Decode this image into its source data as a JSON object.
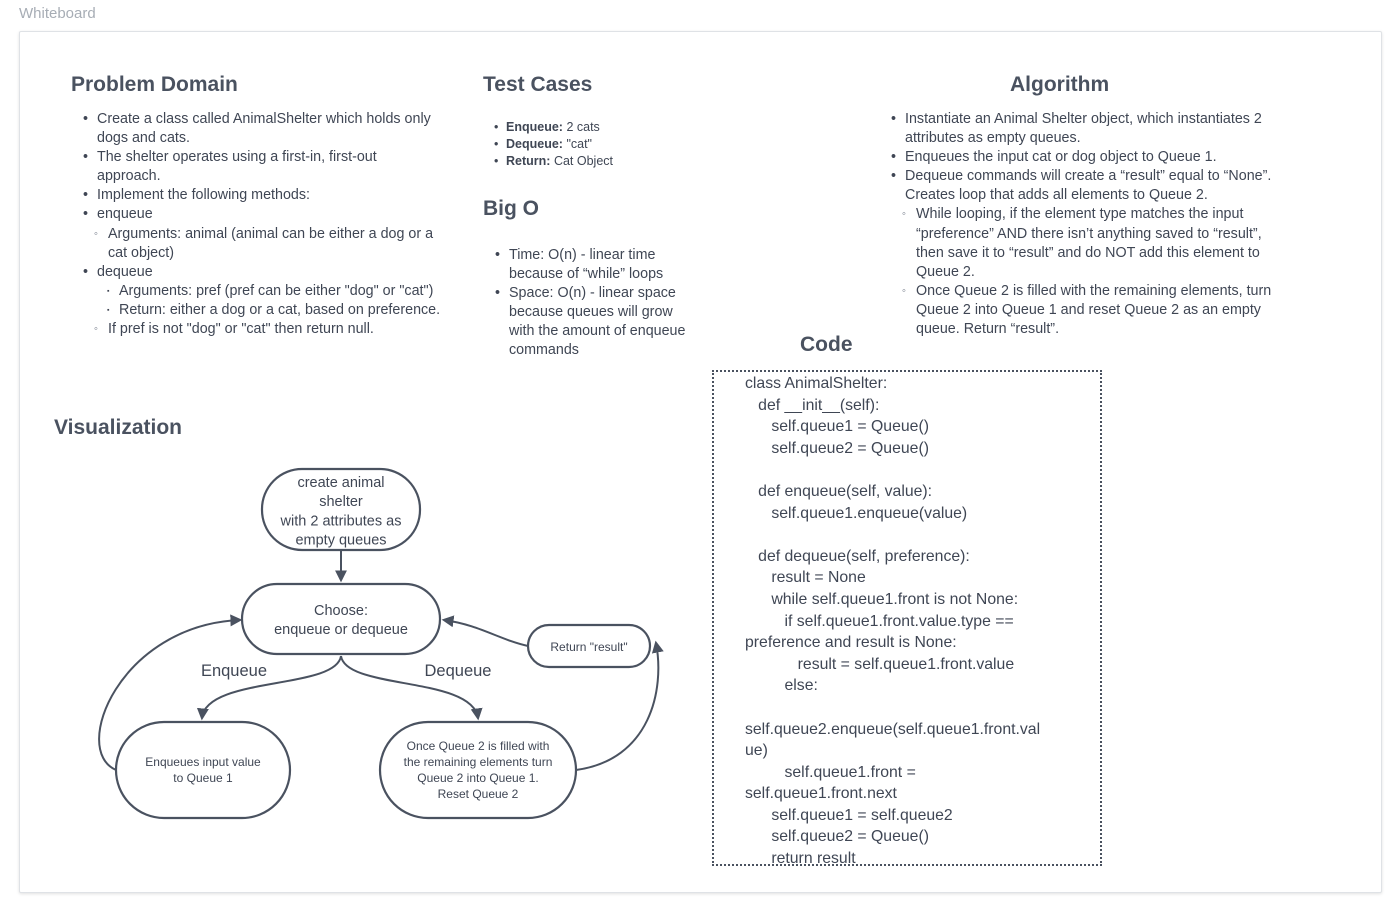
{
  "page_label": "Whiteboard",
  "problem_domain": {
    "title": "Problem Domain",
    "items": [
      {
        "level": 1,
        "text": "Create a class called AnimalShelter which holds only dogs and cats."
      },
      {
        "level": 1,
        "text": "The shelter operates using a first-in, first-out approach."
      },
      {
        "level": 1,
        "text": "Implement the following methods:"
      },
      {
        "level": 1,
        "text": "enqueue"
      },
      {
        "level": 2,
        "text": "Arguments: animal (animal can be either a dog or a cat object)"
      },
      {
        "level": 1,
        "text": "dequeue"
      },
      {
        "level": 3,
        "text": "Arguments: pref (pref can be either \"dog\" or \"cat\")"
      },
      {
        "level": 3,
        "text": "Return: either a dog or a cat, based on preference."
      },
      {
        "level": 2,
        "text": "If pref is not \"dog\" or \"cat\" then return null."
      }
    ]
  },
  "test_cases": {
    "title": "Test Cases",
    "items": [
      {
        "label": "Enqueue:",
        "value": "2 cats"
      },
      {
        "label": "Dequeue:",
        "value": "\"cat\""
      },
      {
        "label": "Return:",
        "value": " Cat Object"
      }
    ]
  },
  "big_o": {
    "title": "Big O",
    "items": [
      {
        "level": 1,
        "text": "Time: O(n) - linear time because of “while” loops"
      },
      {
        "level": 1,
        "text": "Space: O(n) - linear space because queues will grow with the amount of enqueue commands"
      }
    ]
  },
  "algorithm": {
    "title": "Algorithm",
    "items": [
      {
        "level": 1,
        "text": "Instantiate an Animal Shelter object, which instantiates 2 attributes as empty queues."
      },
      {
        "level": 1,
        "text": "Enqueues the input cat or dog object to Queue 1."
      },
      {
        "level": 1,
        "text": "Dequeue commands will create a “result” equal to “None”. Creates loop that adds all elements to Queue 2."
      },
      {
        "level": 2,
        "text": "While looping, if the element type matches the input “preference” AND there isn’t anything saved to “result”, then save it to “result” and do NOT add this element to Queue 2."
      },
      {
        "level": 2,
        "text": "Once Queue 2 is filled with the remaining elements, turn Queue 2 into Queue 1 and reset Queue 2 as an empty queue. Return “result”."
      }
    ]
  },
  "code": {
    "title": "Code",
    "lines": [
      "class AnimalShelter:",
      "   def __init__(self):",
      "      self.queue1 = Queue()",
      "      self.queue2 = Queue()",
      "",
      "   def enqueue(self, value):",
      "      self.queue1.enqueue(value)",
      "",
      "   def dequeue(self, preference):",
      "      result = None",
      "      while self.queue1.front is not None:",
      "         if self.queue1.front.value.type ==",
      "preference and result is None:",
      "            result = self.queue1.front.value",
      "         else:",
      "",
      "self.queue2.enqueue(self.queue1.front.val",
      "ue)",
      "         self.queue1.front =",
      "self.queue1.front.next",
      "      self.queue1 = self.queue2",
      "      self.queue2 = Queue()",
      "      return result"
    ]
  },
  "visualization": {
    "title": "Visualization",
    "nodes": {
      "start": [
        "create animal",
        "shelter",
        "with 2 attributes as",
        "empty queues"
      ],
      "choose": [
        "Choose:",
        "enqueue or dequeue"
      ],
      "return": [
        "Return \"result\""
      ],
      "enqueue_node": [
        "Enqueues input value",
        "to Queue 1"
      ],
      "dequeue_node": [
        "Once Queue 2 is filled with",
        "the remaining elements turn",
        "Queue 2 into Queue 1.",
        "Reset Queue 2"
      ]
    },
    "edge_labels": {
      "enqueue": "Enqueue",
      "dequeue": "Dequeue"
    }
  }
}
